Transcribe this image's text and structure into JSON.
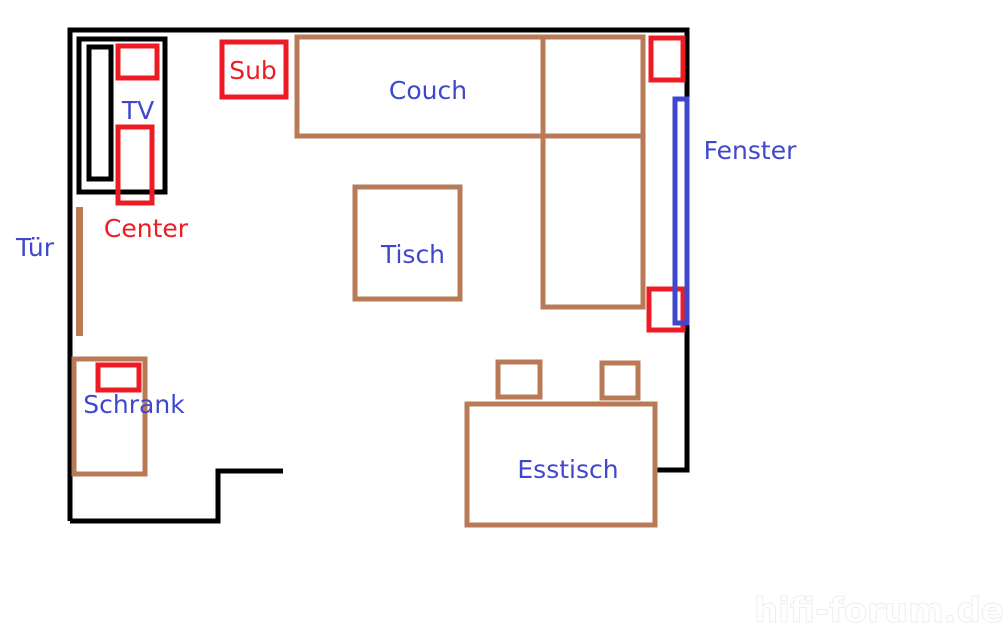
{
  "labels": {
    "tv": "TV",
    "sub": "Sub",
    "couch": "Couch",
    "fenster": "Fenster",
    "tuer": "Tür",
    "center": "Center",
    "tisch": "Tisch",
    "schrank": "Schrank",
    "esstisch": "Esstisch"
  },
  "watermark": "hifi-forum.de",
  "colors": {
    "wall": "#000000",
    "furniture": "#b97a57",
    "speaker": "#ed1c24",
    "label": "#3f48cc"
  }
}
